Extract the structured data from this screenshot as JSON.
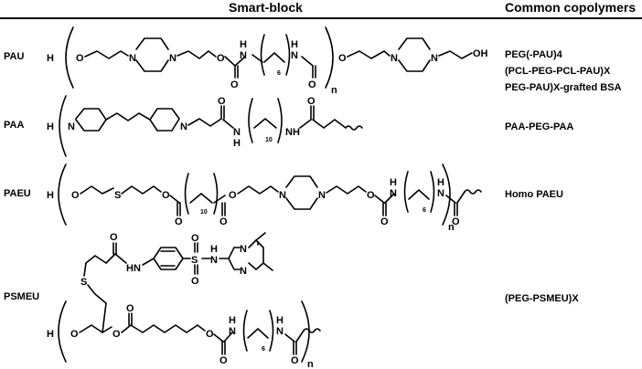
{
  "headers": {
    "smart_block": "Smart-block",
    "common_copolymers": "Common copolymers"
  },
  "rows": [
    {
      "abbr": "PAU",
      "copolymers": [
        "PEG(-PAU)4",
        "(PCL-PEG-PCL-PAU)X",
        "PEG-PAU)X-grafted BSA"
      ]
    },
    {
      "abbr": "PAA",
      "copolymers": [
        "PAA-PEG-PAA"
      ]
    },
    {
      "abbr": "PAEU",
      "copolymers": [
        "Homo PAEU"
      ]
    },
    {
      "abbr": "PSMEU",
      "copolymers": [
        "(PEG-PSMEU)X"
      ]
    }
  ]
}
